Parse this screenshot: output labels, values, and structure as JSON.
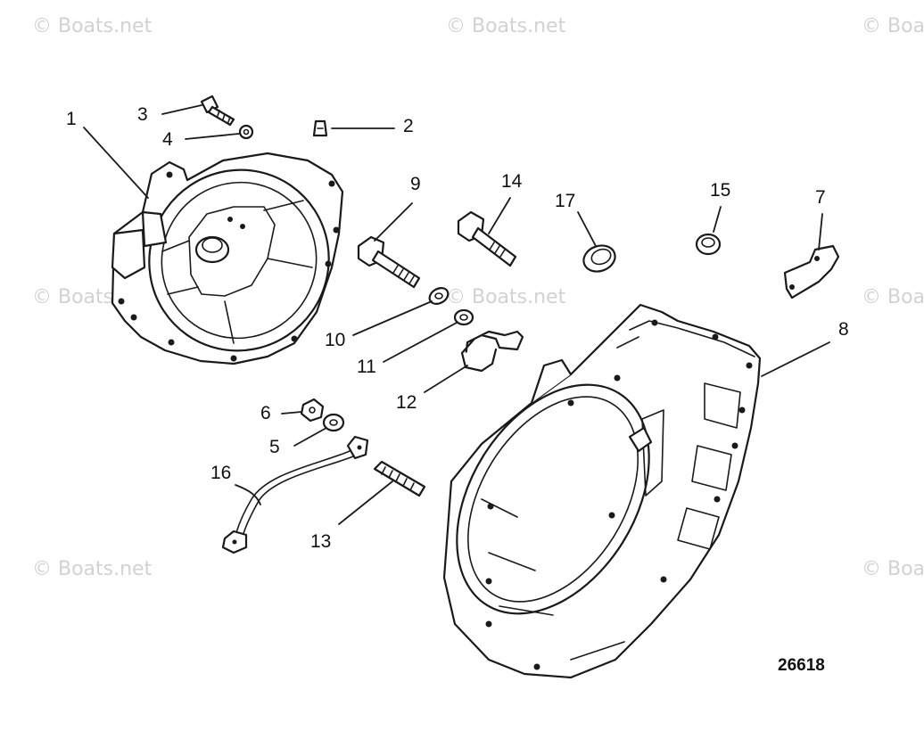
{
  "watermark": "© Boats.net",
  "figure_number": "26618",
  "callouts": {
    "c1": "1",
    "c2": "2",
    "c3": "3",
    "c4": "4",
    "c5": "5",
    "c6": "6",
    "c7": "7",
    "c8": "8",
    "c9": "9",
    "c10": "10",
    "c11": "11",
    "c12": "12",
    "c13": "13",
    "c14": "14",
    "c15": "15",
    "c16": "16",
    "c17": "17"
  },
  "colors": {
    "line": "#1a1a1a",
    "watermark": "#d2d2d2",
    "background": "#ffffff"
  }
}
